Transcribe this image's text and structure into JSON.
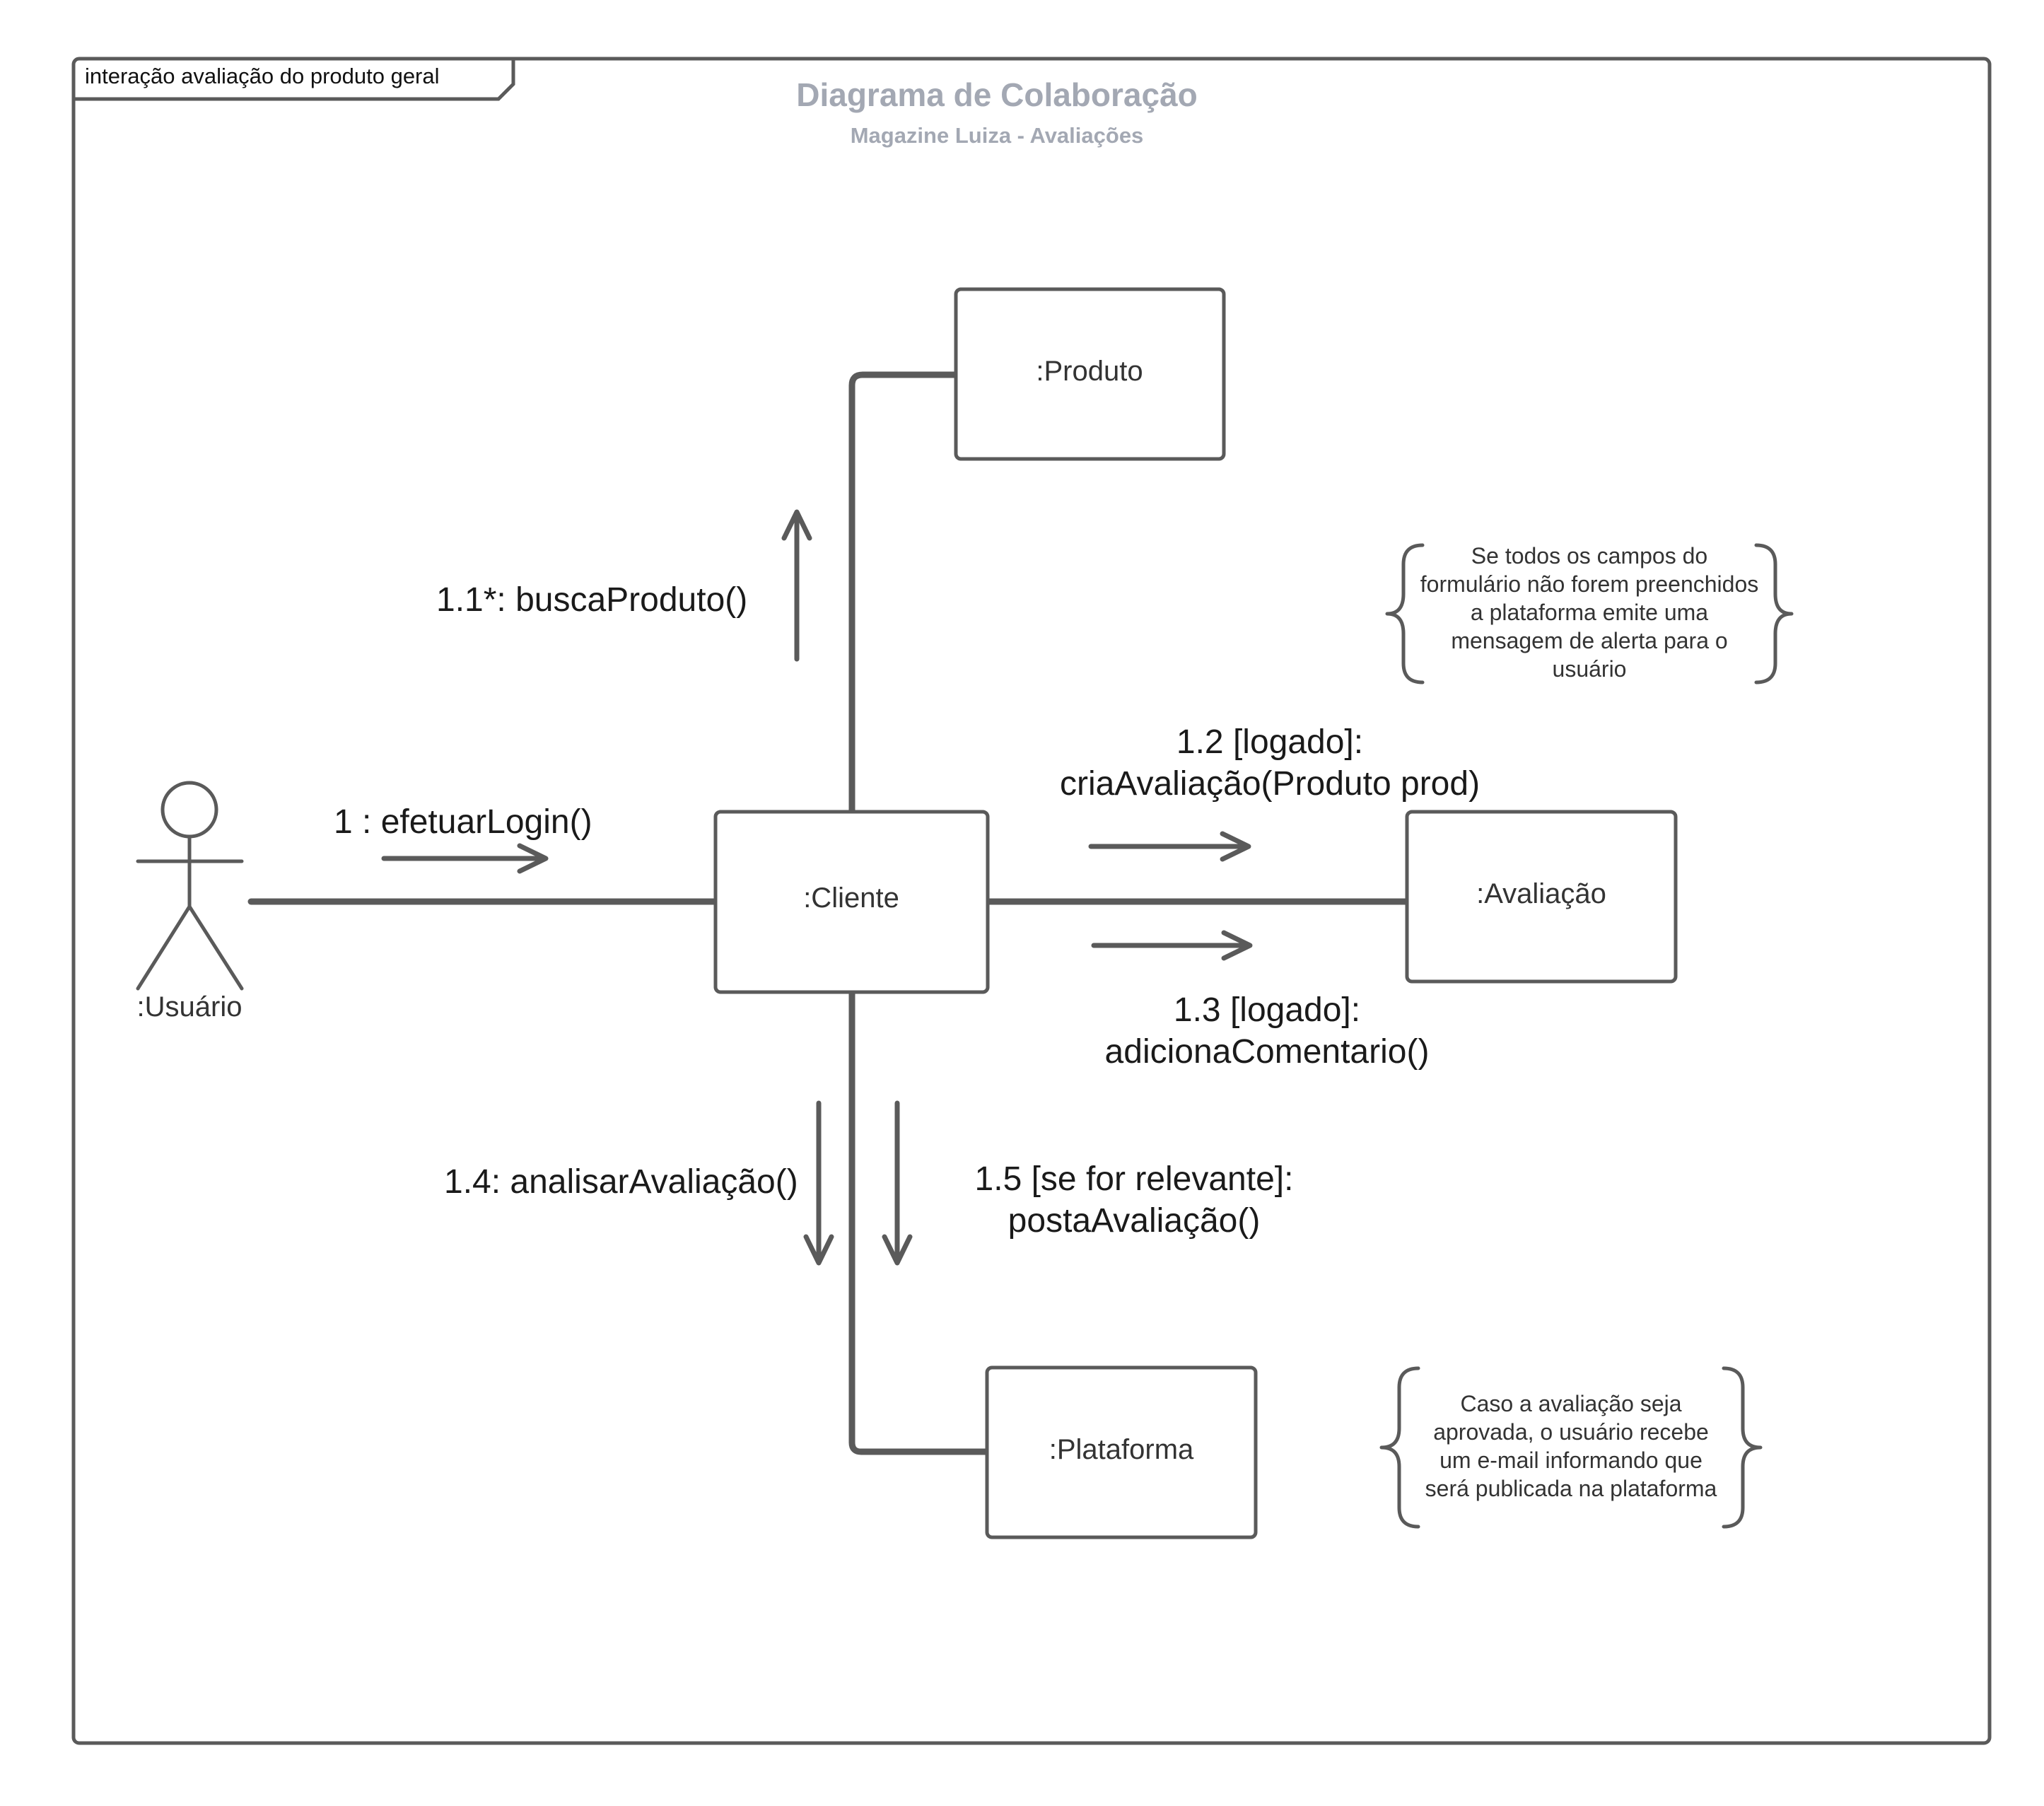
{
  "frame": {
    "tag": "interação avaliação do produto geral",
    "title": "Diagrama de Colaboração",
    "subtitle": "Magazine Luiza - Avaliações"
  },
  "colors": {
    "line": "#5a5a5a",
    "title": "#a3a8b3"
  },
  "actor": {
    "label": ":Usuário"
  },
  "objects": {
    "produto": ":Produto",
    "cliente": ":Cliente",
    "avaliacao": ":Avaliação",
    "plataforma": ":Plataforma"
  },
  "messages": {
    "m1": "1 :  efetuarLogin()",
    "m11": "1.1*: buscaProduto()",
    "m12": [
      "1.2 [logado]:",
      "criaAvaliação(Produto prod)"
    ],
    "m13": [
      "1.3 [logado]:",
      "adicionaComentario()"
    ],
    "m14": "1.4: analisarAvaliação()",
    "m15": [
      "1.5 [se for relevante]:",
      "postaAvaliação()"
    ]
  },
  "notes": {
    "formulario": [
      "Se todos os campos do",
      "formulário não forem preenchidos",
      "a plataforma emite  uma",
      "mensagem de alerta para o",
      "usuário"
    ],
    "aprovacao": [
      "Caso a avaliação seja",
      "aprovada, o usuário recebe",
      "um e-mail informando que",
      "será publicada na plataforma"
    ]
  }
}
